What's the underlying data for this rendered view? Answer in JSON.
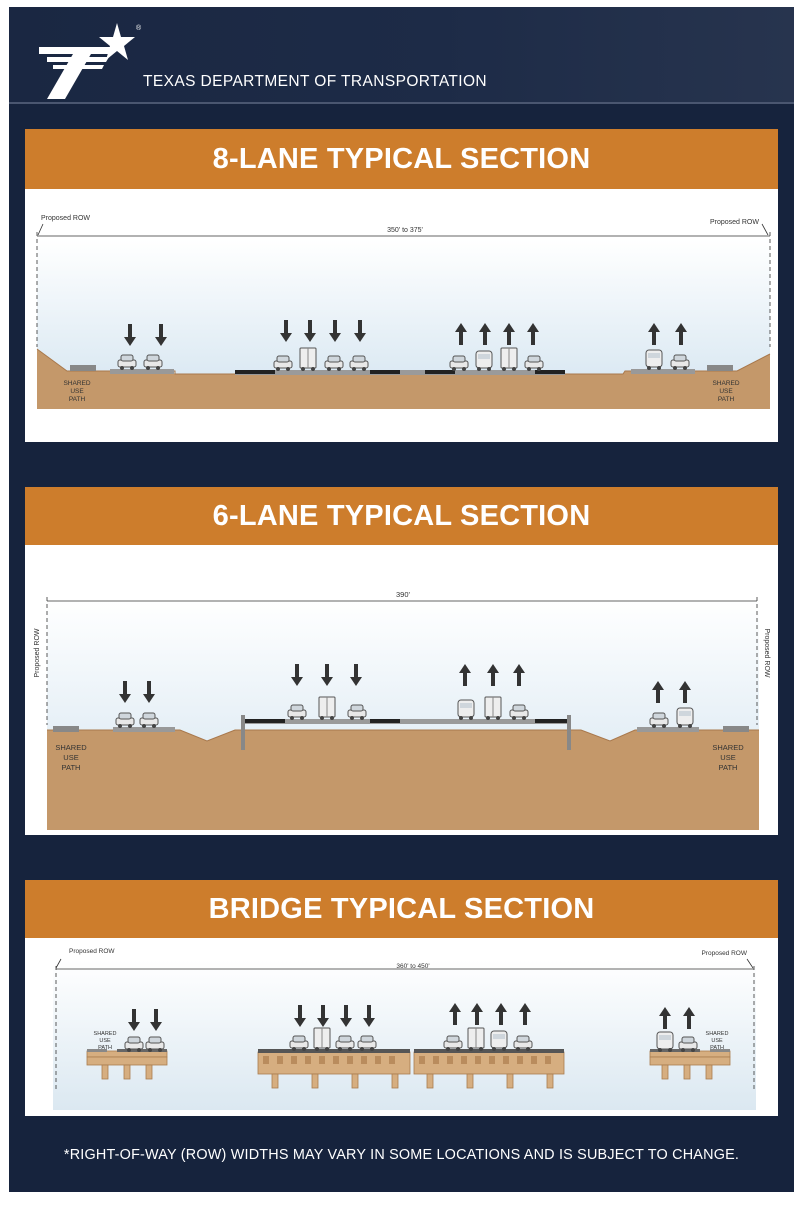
{
  "header": {
    "agency": "TEXAS DEPARTMENT OF TRANSPORTATION",
    "logo_icon": "txdot-star-logo-icon",
    "registered_mark": "®"
  },
  "colors": {
    "background": "#16233d",
    "band": "#cd7d2c",
    "ground": "#c4986a",
    "pavement": "#bdbdbd",
    "arrow": "#333333",
    "deck": "#d6ae80"
  },
  "sections": [
    {
      "title": "8-LANE TYPICAL SECTION",
      "row_left": "Proposed ROW",
      "row_right": "Proposed ROW",
      "width": "350' to 375'",
      "path_left": [
        "SHARED",
        "USE",
        "PATH"
      ],
      "path_right": [
        "SHARED",
        "USE",
        "PATH"
      ],
      "arrows": [
        "down-arrow-icon x2",
        "down-arrow-icon x4",
        "up-arrow-icon x4",
        "up-arrow-icon x2"
      ]
    },
    {
      "title": "6-LANE TYPICAL SECTION",
      "row_left": "Proposed ROW",
      "row_right": "Proposed ROW",
      "width": "390'",
      "path_left": [
        "SHARED",
        "USE",
        "PATH"
      ],
      "path_right": [
        "SHARED",
        "USE",
        "PATH"
      ],
      "arrows": [
        "down-arrow-icon x2",
        "down-arrow-icon x3",
        "up-arrow-icon x3",
        "up-arrow-icon x2"
      ]
    },
    {
      "title": "BRIDGE TYPICAL SECTION",
      "row_left": "Proposed ROW",
      "row_right": "Proposed ROW",
      "width": "360' to 450'",
      "path_left": [
        "SHARED",
        "USE",
        "PATH"
      ],
      "path_right": [
        "SHARED",
        "USE",
        "PATH"
      ],
      "arrows": [
        "down-arrow-icon x2",
        "down-arrow-icon x4",
        "up-arrow-icon x4",
        "up-arrow-icon x2"
      ]
    }
  ],
  "footnote": "*RIGHT-OF-WAY (ROW) WIDTHS MAY VARY IN SOME LOCATIONS AND IS SUBJECT TO CHANGE."
}
